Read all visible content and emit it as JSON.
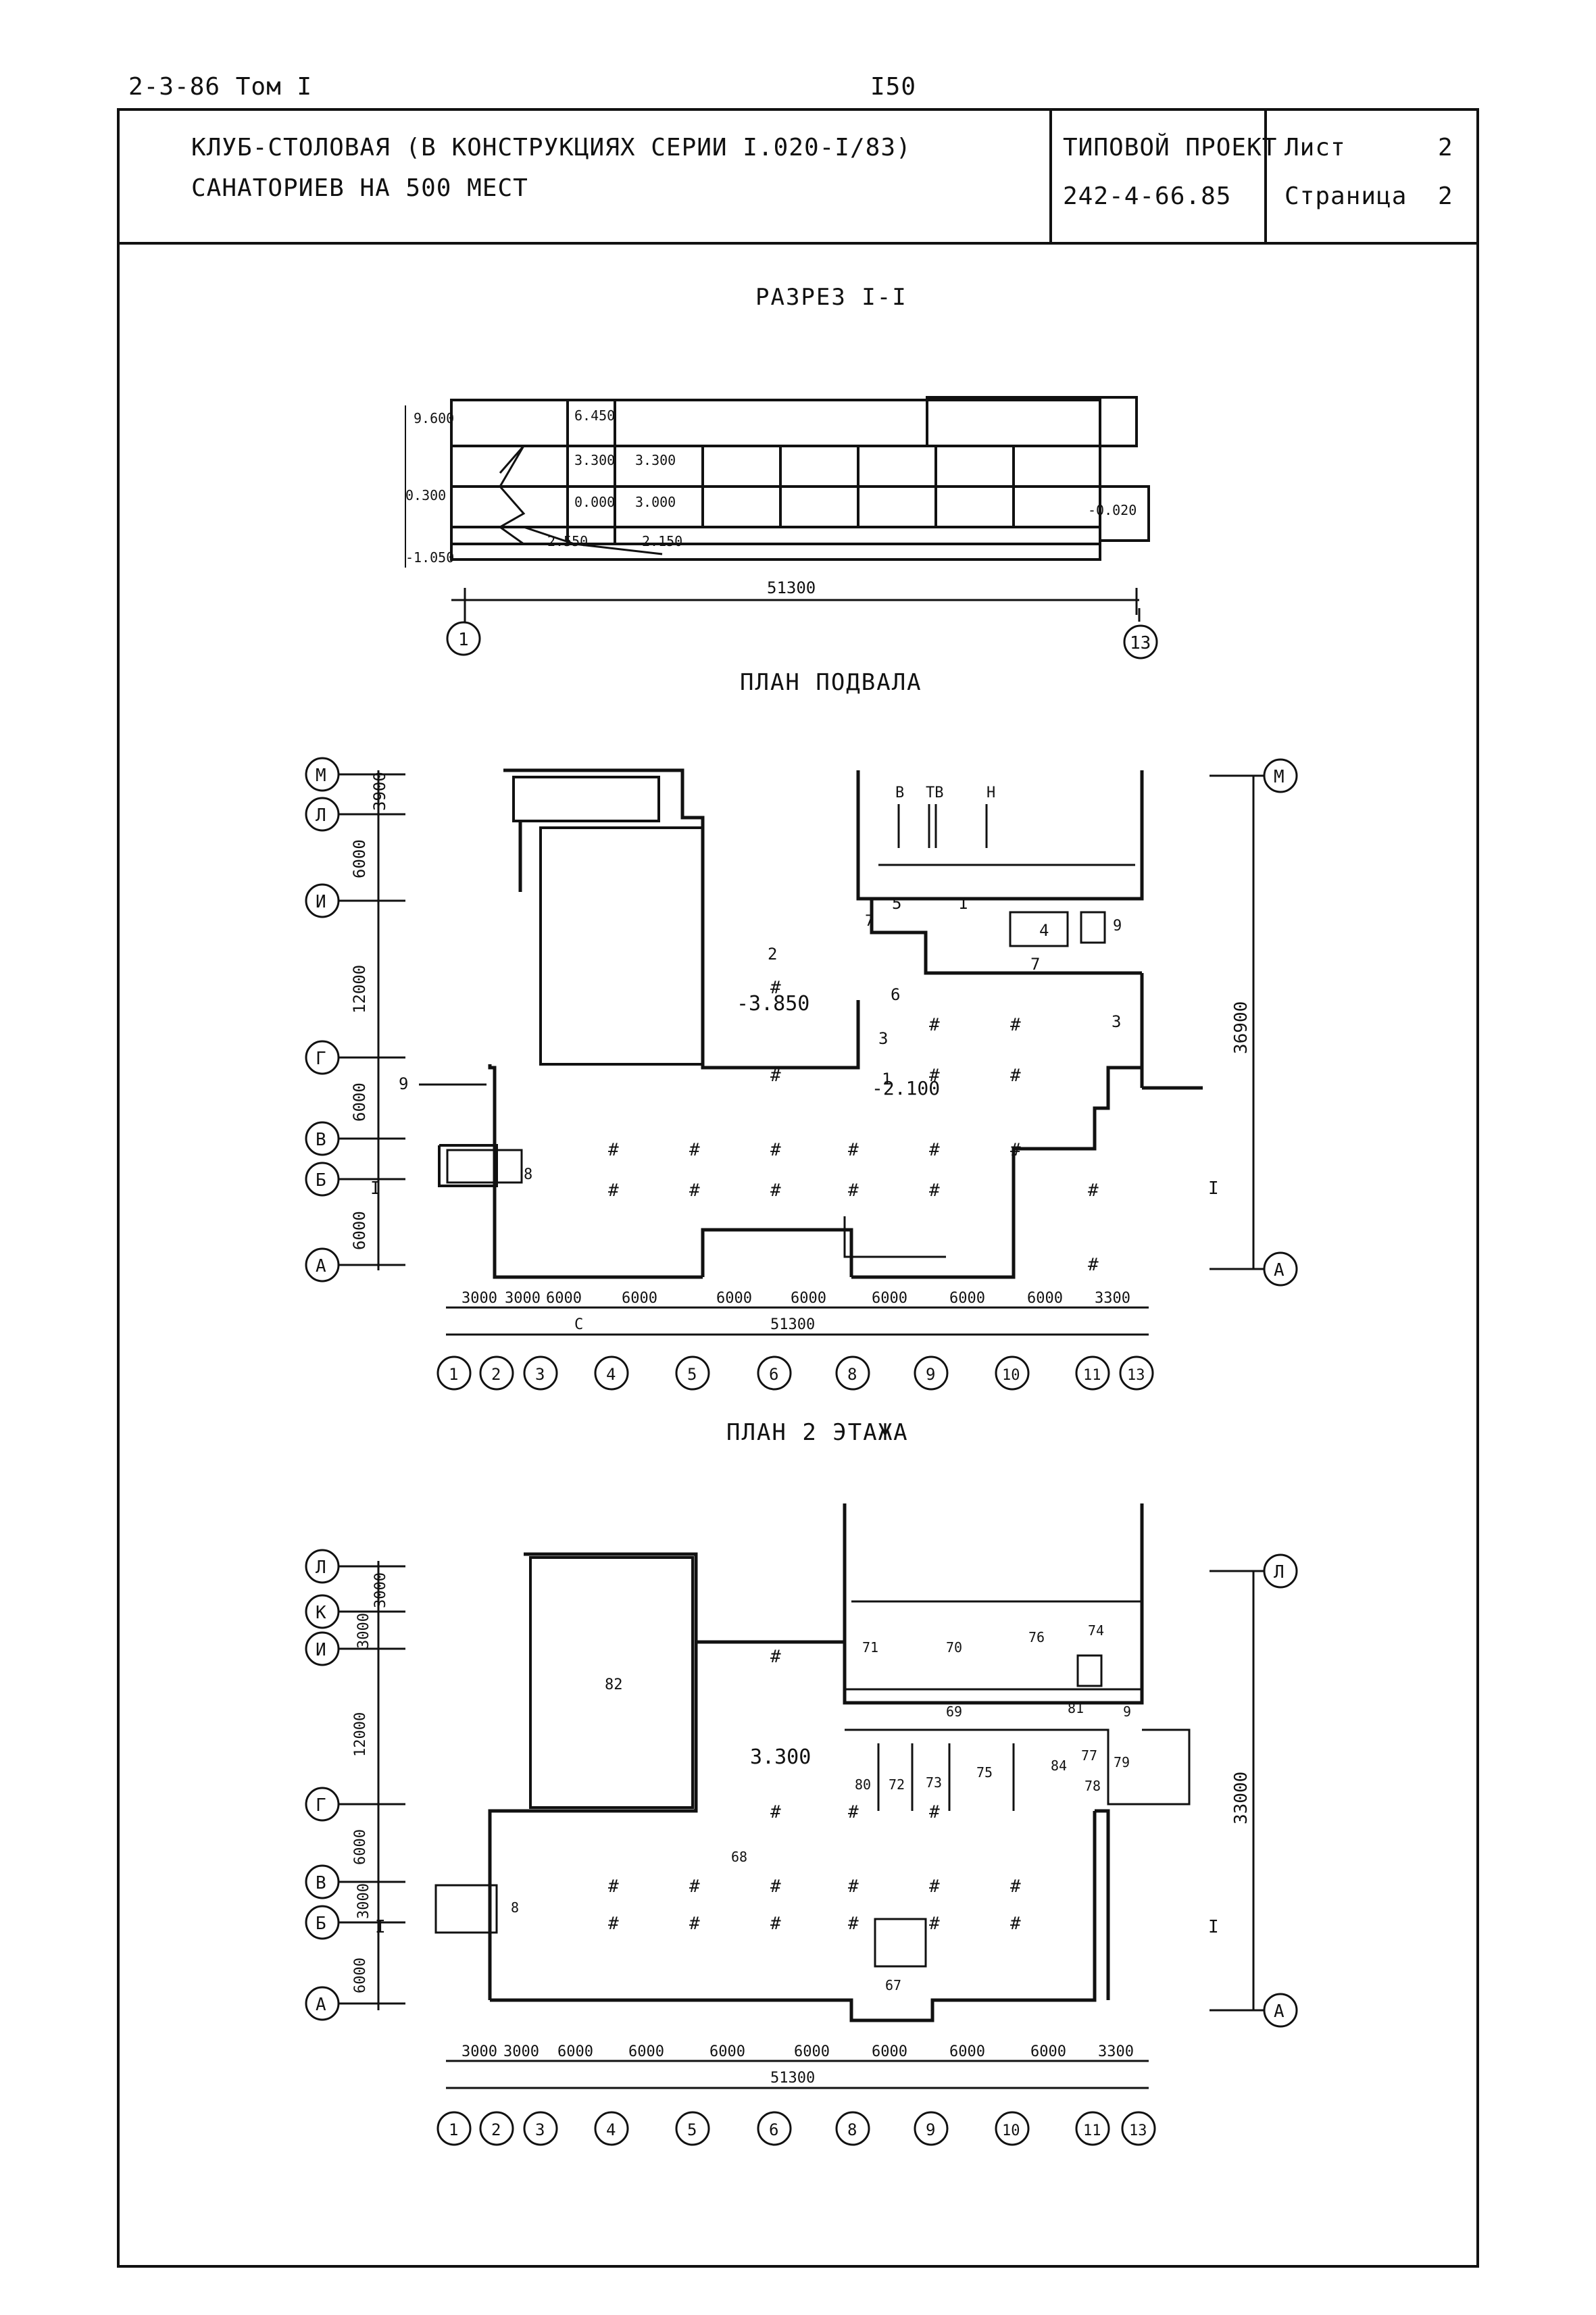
{
  "header": {
    "doc_ref": "2-3-86 Том I",
    "page_number": "I50"
  },
  "stamp": {
    "title_line1": "КЛУБ-СТОЛОВАЯ (В КОНСТРУКЦИЯХ СЕРИИ I.020-I/83)",
    "title_line2": "САНАТОРИЕВ НА 500 МЕСТ",
    "project_label": "ТИПОВОЙ ПРОЕКТ",
    "project_code": "242-4-66.85",
    "sheet_label": "Лист",
    "sheet_value": "2",
    "page_label": "Страница",
    "page_value": "2"
  },
  "section": {
    "title": "РАЗРЕЗ I-I",
    "levels": [
      "9.600",
      "6.450",
      "3.300",
      "3.300",
      "0.300",
      "0.000",
      "3.000",
      "-1.050",
      "2.550",
      "2.150",
      "-0.020"
    ],
    "overall": "51300",
    "axis_left": "1",
    "axis_right": "13"
  },
  "basement": {
    "title": "ПЛАН ПОДВАЛА",
    "rows_left": [
      "М",
      "Л",
      "И",
      "Г",
      "В",
      "Б",
      "А"
    ],
    "rows_right": [
      "М",
      "А"
    ],
    "row_dims": [
      "3900",
      "6000",
      "12000",
      "6000",
      "6000"
    ],
    "total_right": "36900",
    "level_main": "-2.100",
    "level_room2": "-3.850",
    "entries": [
      "В",
      "ТВ",
      "Н"
    ],
    "rooms": [
      "1",
      "2",
      "3",
      "3",
      "4",
      "5",
      "6",
      "7",
      "7",
      "8",
      "9",
      "9",
      "1"
    ],
    "section_mark": "I",
    "col_dims": [
      "3000",
      "3000",
      "6000",
      "6000",
      "6000",
      "6000",
      "6000",
      "6000",
      "6000",
      "3300"
    ],
    "overall": "51300",
    "col_axes": [
      "1",
      "2",
      "3",
      "4",
      "5",
      "6",
      "8",
      "9",
      "10",
      "11",
      "13"
    ],
    "letter_c": "С"
  },
  "floor2": {
    "title": "ПЛАН 2 ЭТАЖА",
    "rows_left": [
      "Л",
      "К",
      "И",
      "Г",
      "В",
      "Б",
      "А"
    ],
    "rows_right": [
      "Л",
      "А"
    ],
    "row_dims": [
      "3000",
      "3000",
      "12000",
      "6000",
      "3000",
      "6000"
    ],
    "total_right": "33000",
    "level_main": "3.300",
    "rooms": [
      "82",
      "71",
      "70",
      "76",
      "74",
      "69",
      "81",
      "9",
      "80",
      "72",
      "73",
      "75",
      "84",
      "77",
      "79",
      "78",
      "68",
      "8",
      "67"
    ],
    "section_mark": "I",
    "col_dims": [
      "3000",
      "3000",
      "6000",
      "6000",
      "6000",
      "6000",
      "6000",
      "6000",
      "6000",
      "3300"
    ],
    "overall": "51300",
    "col_axes": [
      "1",
      "2",
      "3",
      "4",
      "5",
      "6",
      "8",
      "9",
      "10",
      "11",
      "13"
    ]
  }
}
